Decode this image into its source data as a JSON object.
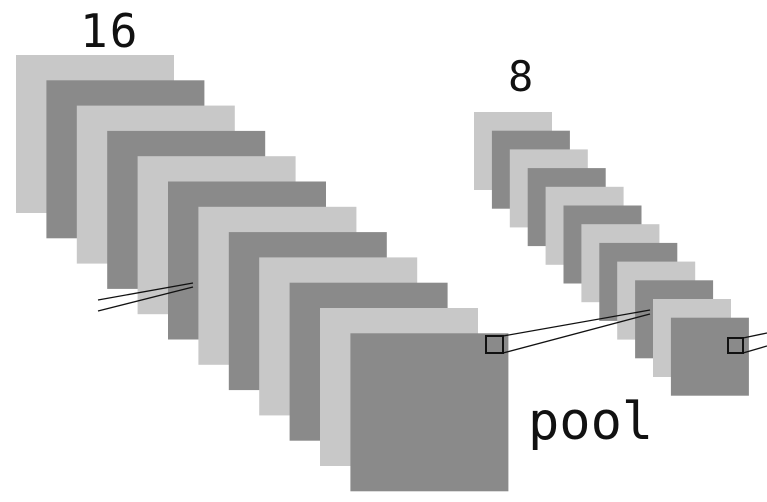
{
  "labels": {
    "left_count": "16",
    "right_count": "8",
    "operation": "pool"
  },
  "stacks": {
    "left": {
      "channels": 16,
      "visible_sheets": 12
    },
    "right": {
      "channels": 8,
      "visible_sheets": 12
    }
  },
  "colors": {
    "light": "#c8c8c8",
    "dark": "#8a8a8a",
    "line": "#111111"
  }
}
